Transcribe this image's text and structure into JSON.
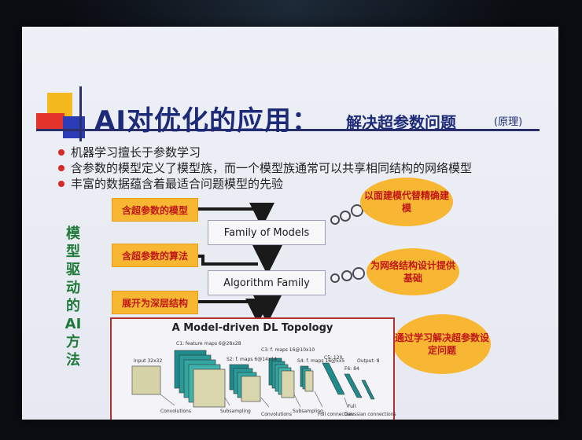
{
  "slide": {
    "title_main": "AI对优化的应用：",
    "title_sub": "解决超参数问题",
    "title_note": "(原理)",
    "bullets": [
      "机器学习擅长于参数学习",
      "含参数的模型定义了模型族，而一个模型族通常可以共享相同结构的网络模型",
      "丰富的数据蕴含着最适合问题模型的先验"
    ],
    "vertical_title": [
      "模",
      "型",
      "驱",
      "动",
      "的",
      "AI",
      "方",
      "法"
    ]
  },
  "flow": {
    "yellow_boxes": [
      "含超参数的模型",
      "含超参数的算法",
      "展开为深层结构"
    ],
    "white_boxes": [
      "Family of Models",
      "Algorithm Family"
    ],
    "clouds": [
      "以面建模代替精确建模",
      "为网络结构设计提供基础",
      "通过学习解决超参数设定问题"
    ]
  },
  "diagram": {
    "title": "A Model-driven DL Topology",
    "labels": [
      "Input 32x32",
      "C1: feature maps 6@28x28",
      "S2: f. maps 6@14x14",
      "C3: f. maps 16@10x10",
      "S4: f. maps 16@5x5",
      "C5: 120",
      "F6: 84",
      "Output: 8"
    ],
    "bottom_labels": [
      "Convolutions",
      "Subsampling",
      "Convolutions",
      "Subsampling",
      "Full connection",
      "Full",
      "Gaussian connections"
    ]
  },
  "colors": {
    "title": "#1d2a78",
    "bullet_dot": "#d52a2a",
    "box_fill": "#f7b733",
    "box_text": "#c01616",
    "vertical_title": "#1f7a3a",
    "diagram_border": "#b23030"
  }
}
